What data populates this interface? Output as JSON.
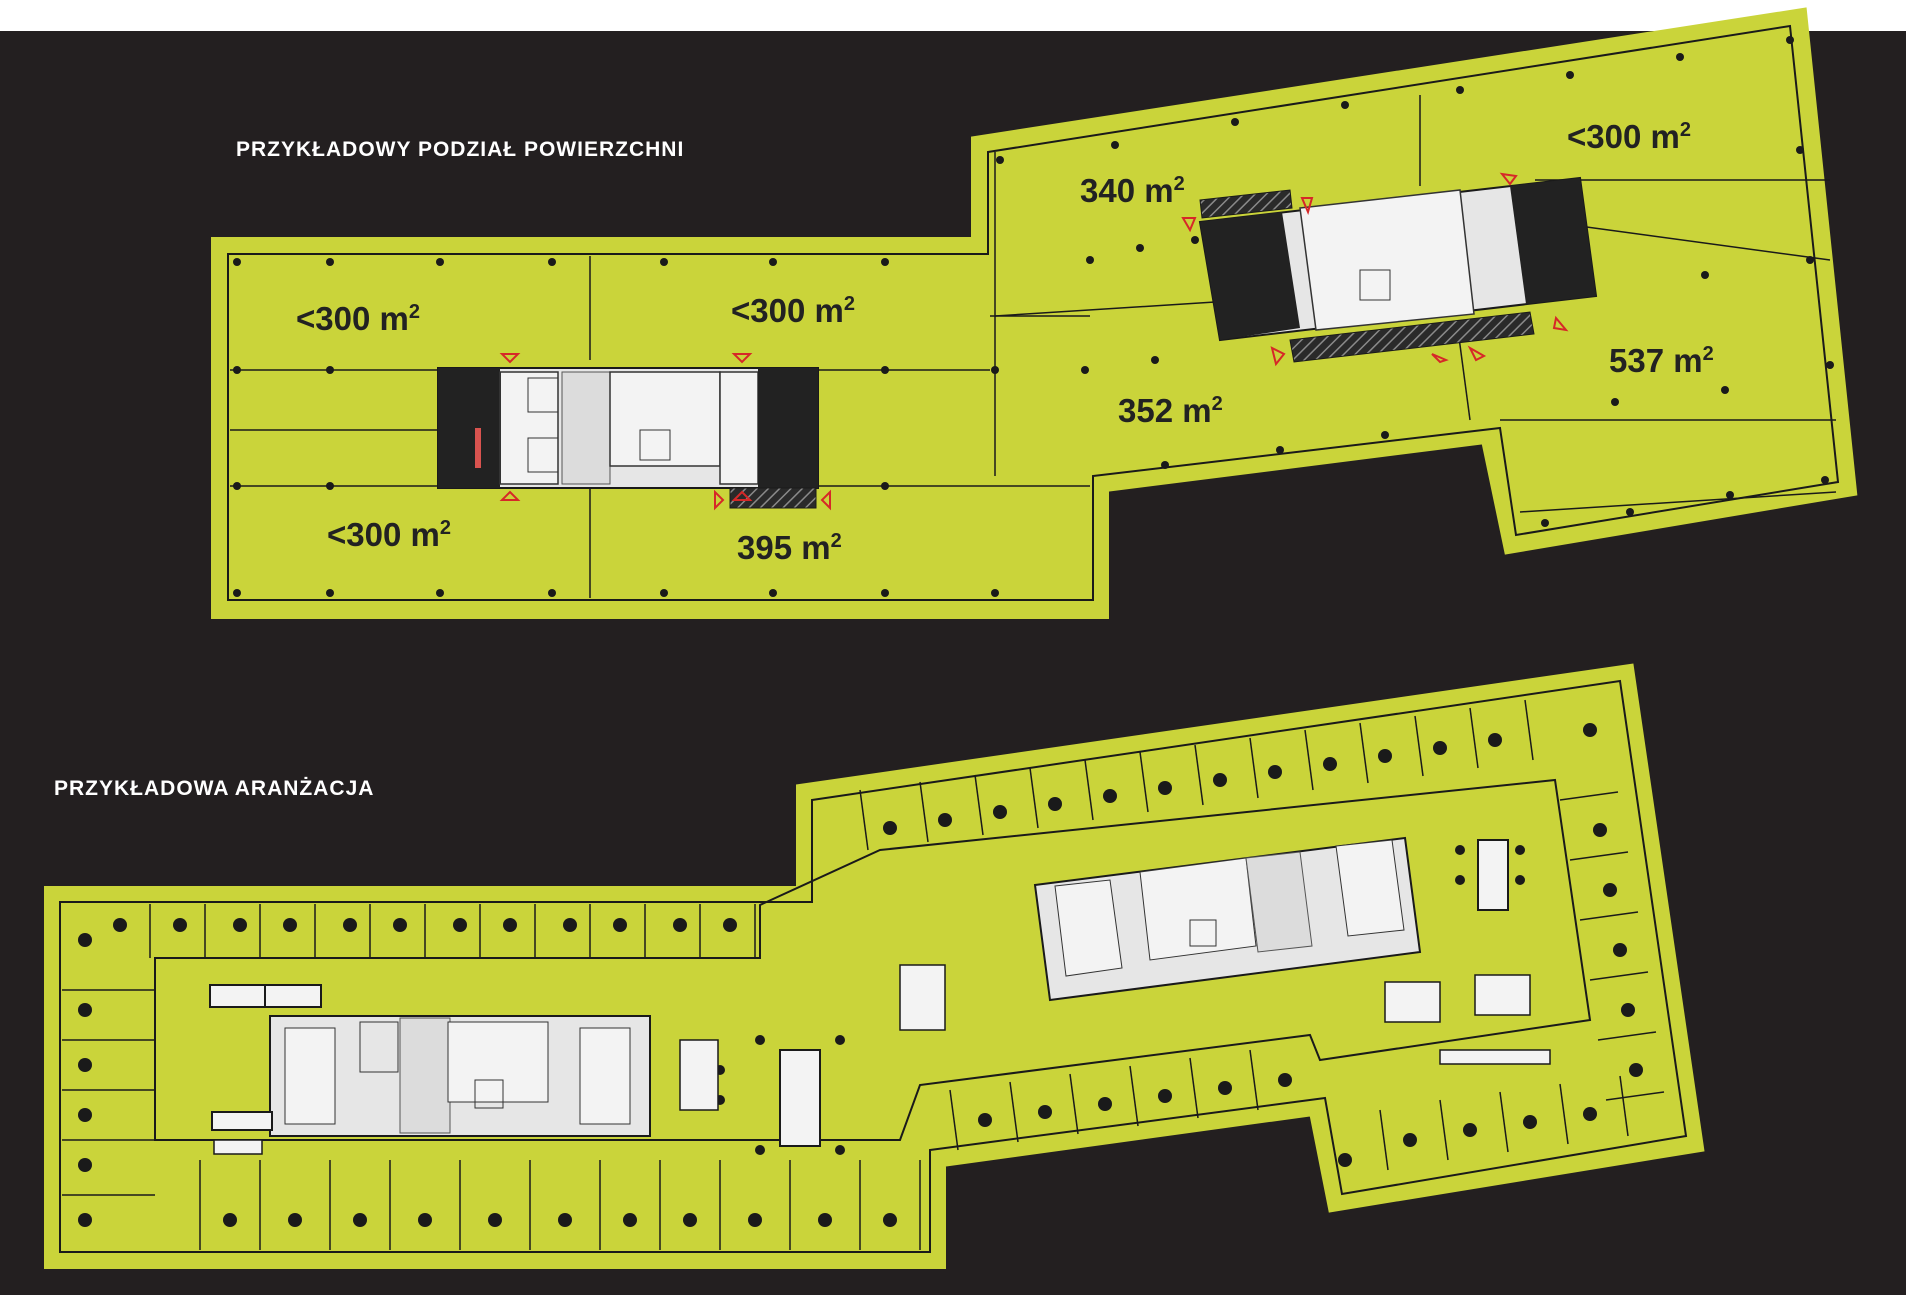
{
  "headings": {
    "division": "PRZYKŁADOWY PODZIAŁ POWIERZCHNI",
    "arrangement": "PRZYKŁADOWA ARANŻACJA"
  },
  "areas": [
    {
      "label": "<300 m",
      "sup": "2"
    },
    {
      "label": "<300 m",
      "sup": "2"
    },
    {
      "label": "<300 m",
      "sup": "2"
    },
    {
      "label": "395 m",
      "sup": "2"
    },
    {
      "label": "340 m",
      "sup": "2"
    },
    {
      "label": "<300 m",
      "sup": "2"
    },
    {
      "label": "352 m",
      "sup": "2"
    },
    {
      "label": "537 m",
      "sup": "2"
    }
  ],
  "colors": {
    "background": "#231f20",
    "floor_fill": "#cad43a",
    "outline": "#1a1a1a",
    "core_fill": "#e6e6e6",
    "marker": "#d62828"
  }
}
